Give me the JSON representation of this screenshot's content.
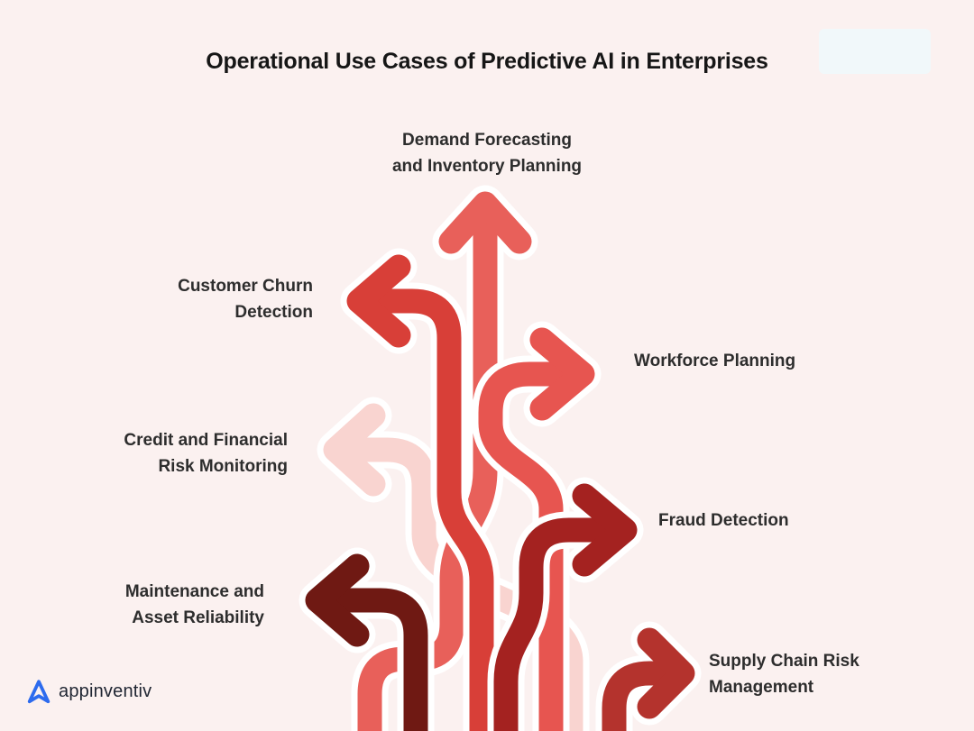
{
  "title": "Operational Use Cases of Predictive AI in Enterprises",
  "brand": {
    "logo_text": "appinventiv",
    "logo_color": "#2D6BEE",
    "logo_text_color": "#1F2532"
  },
  "colors": {
    "background": "#FBF1F0",
    "title_text": "#161616",
    "label_text": "#2D2D2D",
    "arrow_casing": "#FFFFFF",
    "corner_panel": "#F1F8FA"
  },
  "use_cases": [
    {
      "name": "demand-forecasting-and-inventory-planning",
      "lines": [
        "Demand Forecasting",
        "and Inventory Planning"
      ],
      "direction": "up",
      "color": "#E8605A"
    },
    {
      "name": "customer-churn-detection",
      "lines": [
        "Customer Churn",
        "Detection"
      ],
      "direction": "left",
      "color": "#D83F38"
    },
    {
      "name": "workforce-planning",
      "lines": [
        "Workforce Planning"
      ],
      "direction": "right",
      "color": "#E75550"
    },
    {
      "name": "credit-and-financial-risk-monitoring",
      "lines": [
        "Credit and Financial",
        "Risk Monitoring"
      ],
      "direction": "left",
      "color": "#F9D4D0"
    },
    {
      "name": "fraud-detection",
      "lines": [
        "Fraud Detection"
      ],
      "direction": "right",
      "color": "#A42220"
    },
    {
      "name": "maintenance-and-asset-reliability",
      "lines": [
        "Maintenance and",
        "Asset Reliability"
      ],
      "direction": "left",
      "color": "#6F1913"
    },
    {
      "name": "supply-chain-risk-management",
      "lines": [
        "Supply Chain Risk",
        "Management"
      ],
      "direction": "right",
      "color": "#B4332D"
    }
  ]
}
